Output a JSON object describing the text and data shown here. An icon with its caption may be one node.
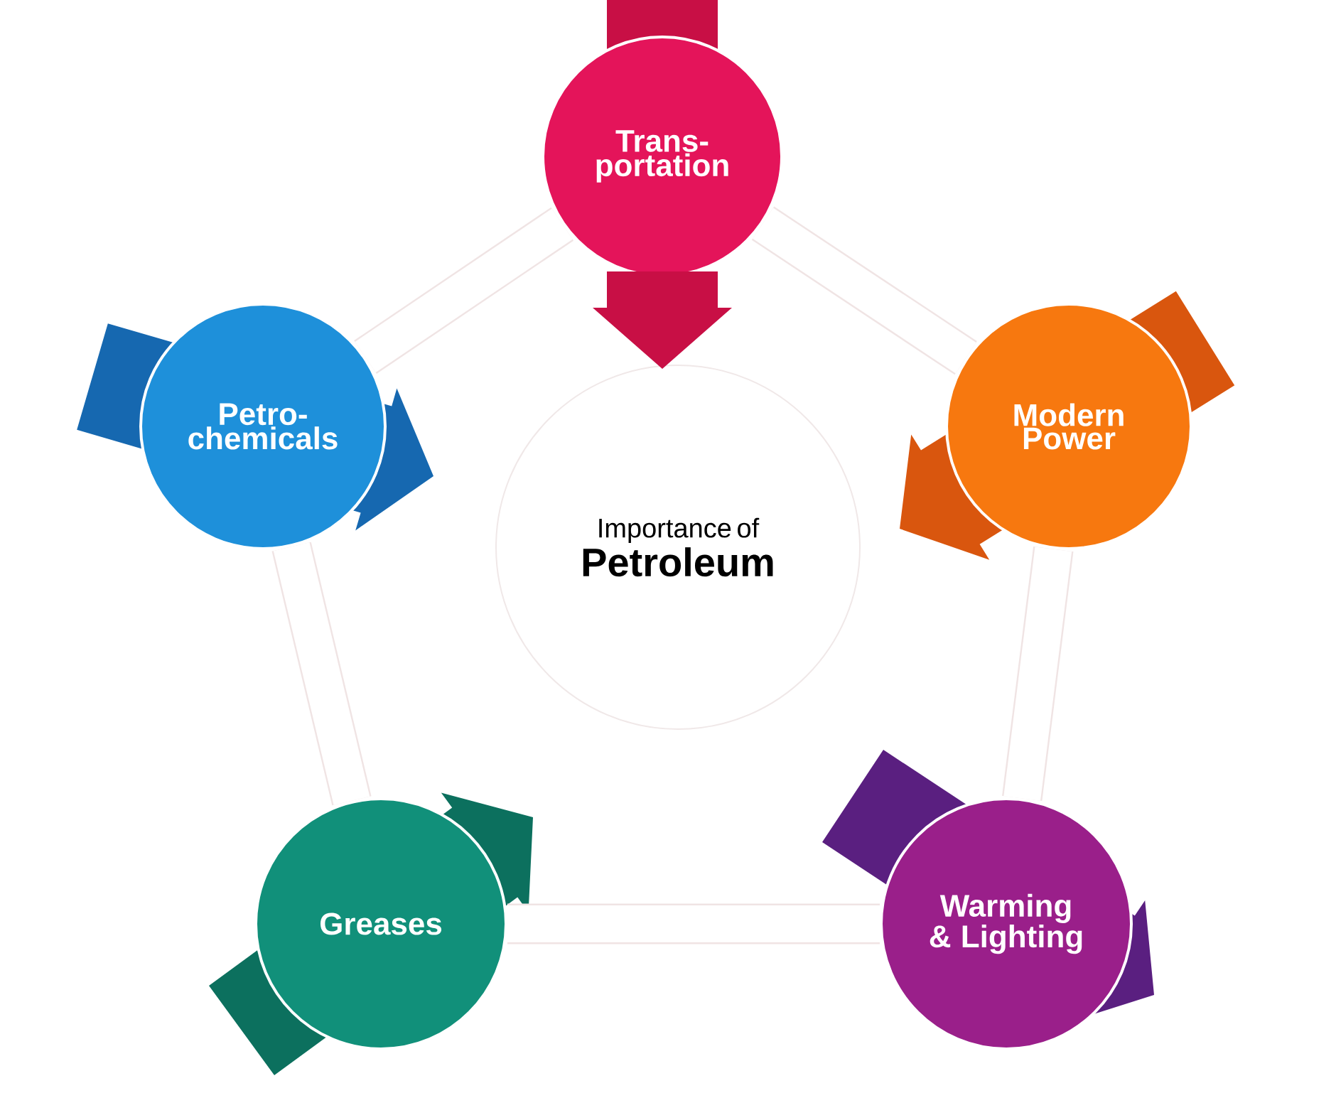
{
  "diagram": {
    "nodes": [
      {
        "text": [
          "Trans- portation"
        ]
      },
      {
        "text": [
          "Petro- chemicals"
        ]
      },
      {
        "text": [
          "Modern Power"
        ]
      },
      {
        "text": [
          "Importance of",
          "Petroleum"
        ]
      },
      {
        "text": [
          "Greases"
        ]
      },
      {
        "text": [
          "Warming & Lighting"
        ]
      }
    ],
    "edges": [
      {
        "from": 0,
        "to": 2,
        "arrow": "none"
      },
      {
        "from": 2,
        "to": 5,
        "arrow": "none"
      },
      {
        "from": 5,
        "to": 4,
        "arrow": "none"
      },
      {
        "from": 4,
        "to": 1,
        "arrow": "none"
      },
      {
        "from": 1,
        "to": 0,
        "arrow": "none"
      },
      {
        "from": 0,
        "to": 3,
        "arrow": "to",
        "style": "thick",
        "color": "#c80f45"
      }
    ]
  }
}
